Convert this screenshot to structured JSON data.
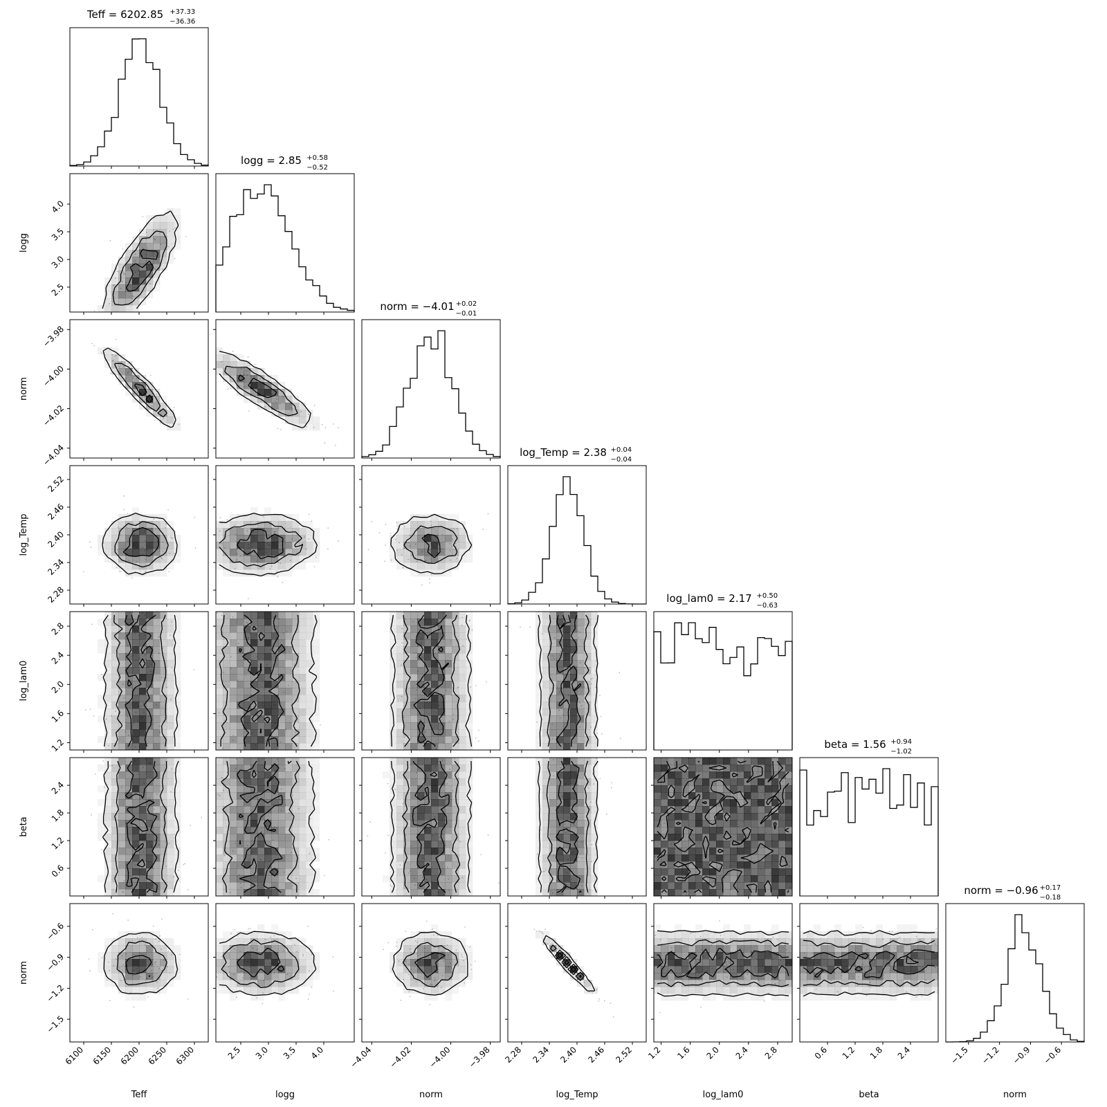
{
  "chart_data": {
    "type": "corner",
    "parameters": [
      {
        "label": "Teff",
        "title_base": "Teff = 6202.85",
        "plus": "+37.33",
        "minus": "−36.36",
        "range": [
          6075,
          6325
        ],
        "median": 6202.85,
        "sigma": 36.8,
        "ticks": [
          6100,
          6150,
          6200,
          6250,
          6300
        ],
        "tick_labels": [
          "6100",
          "6150",
          "6200",
          "6250",
          "6300"
        ]
      },
      {
        "label": "logg",
        "title_base": "logg = 2.85",
        "plus": "+0.58",
        "minus": "−0.52",
        "range": [
          2.05,
          4.55
        ],
        "median": 2.85,
        "sigma": 0.55,
        "ticks": [
          2.5,
          3.0,
          3.5,
          4.0
        ],
        "tick_labels": [
          "2.5",
          "3.0",
          "3.5",
          "4.0"
        ]
      },
      {
        "label": "norm",
        "title_base": "norm = −4.01",
        "plus": "+0.02",
        "minus": "−0.01",
        "range": [
          -4.045,
          -3.975
        ],
        "median": -4.01,
        "sigma": 0.011,
        "ticks": [
          -4.04,
          -4.02,
          -4.0,
          -3.98
        ],
        "tick_labels": [
          "−4.04",
          "−4.02",
          "−4.00",
          "−3.98"
        ]
      },
      {
        "label": "log_Temp",
        "title_base": "log_Temp = 2.38",
        "plus": "+0.04",
        "minus": "−0.04",
        "range": [
          2.25,
          2.55
        ],
        "median": 2.38,
        "sigma": 0.035,
        "ticks": [
          2.28,
          2.34,
          2.4,
          2.46,
          2.52
        ],
        "tick_labels": [
          "2.28",
          "2.34",
          "2.40",
          "2.46",
          "2.52"
        ]
      },
      {
        "label": "log_lam0",
        "title_base": "log_lam0 = 2.17",
        "plus": "+0.50",
        "minus": "−0.63",
        "range": [
          1.1,
          3.0
        ],
        "median": 2.17,
        "sigma": 0.55,
        "uniform": true,
        "ticks": [
          1.2,
          1.6,
          2.0,
          2.4,
          2.8
        ],
        "tick_labels": [
          "1.2",
          "1.6",
          "2.0",
          "2.4",
          "2.8"
        ]
      },
      {
        "label": "beta",
        "title_base": "beta = 1.56",
        "plus": "+0.94",
        "minus": "−1.02",
        "range": [
          0.0,
          3.0
        ],
        "median": 1.56,
        "sigma": 0.9,
        "uniform": true,
        "ticks": [
          0.6,
          1.2,
          1.8,
          2.4
        ],
        "tick_labels": [
          "0.6",
          "1.2",
          "1.8",
          "2.4"
        ]
      },
      {
        "label": "norm",
        "title_base": "norm = −0.96",
        "plus": "+0.17",
        "minus": "−0.18",
        "range": [
          -1.72,
          -0.38
        ],
        "median": -0.96,
        "sigma": 0.17,
        "ticks": [
          -1.5,
          -1.2,
          -0.9,
          -0.6
        ],
        "tick_labels": [
          "−1.5",
          "−1.2",
          "−0.9",
          "−0.6"
        ]
      }
    ],
    "correlations": [
      [
        1,
        0.75,
        -0.93,
        0,
        0,
        0,
        0
      ],
      [
        0.75,
        1,
        -0.88,
        0,
        0,
        0,
        0
      ],
      [
        -0.93,
        -0.88,
        1,
        0,
        0,
        0,
        0
      ],
      [
        0,
        0,
        0,
        1,
        0,
        0,
        -0.97
      ],
      [
        0,
        0,
        0,
        0,
        1,
        0,
        0
      ],
      [
        0,
        0,
        0,
        0,
        0,
        1,
        0
      ],
      [
        0,
        0,
        0,
        -0.97,
        0,
        0,
        1
      ]
    ],
    "grid": false,
    "colors": {
      "line": "#000000",
      "density": "#000000"
    }
  }
}
